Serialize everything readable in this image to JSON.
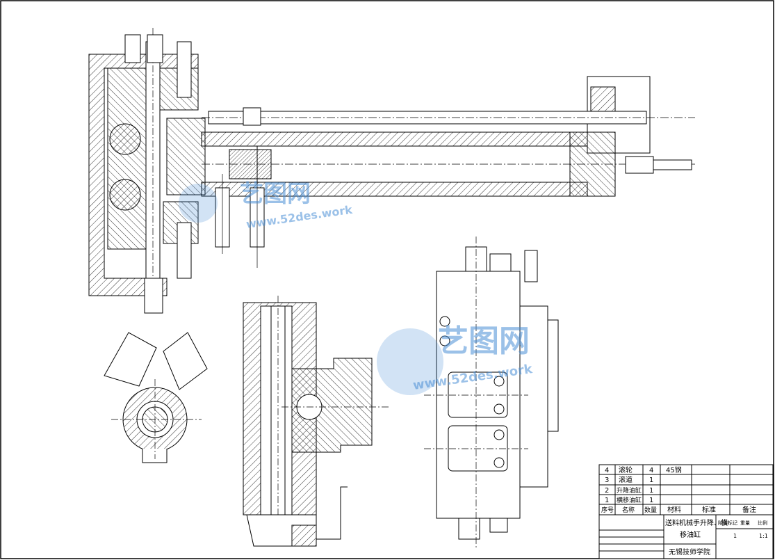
{
  "bom": {
    "rows": [
      {
        "no": "4",
        "name": "滚轮",
        "qty": "4",
        "material": "45钢",
        "standard": "",
        "remark": ""
      },
      {
        "no": "3",
        "name": "滚道",
        "qty": "1",
        "material": "",
        "standard": "",
        "remark": ""
      },
      {
        "no": "2",
        "name": "升降油缸",
        "qty": "1",
        "material": "",
        "standard": "",
        "remark": ""
      },
      {
        "no": "1",
        "name": "横移油缸",
        "qty": "1",
        "material": "",
        "standard": "",
        "remark": ""
      }
    ],
    "header": {
      "no": "序号",
      "name": "名称",
      "qty": "数量",
      "material": "材料",
      "standard": "标准",
      "remark": "备注"
    }
  },
  "title_block": {
    "title_line1": "送料机械手升降、横",
    "title_line2": "移油缸",
    "school": "无锡技师学院",
    "scale": "1:1",
    "sheet_a": "1",
    "stage_labels": [
      "阶段标记",
      "重量",
      "比例"
    ]
  },
  "watermark": {
    "brand": "艺图网",
    "url": "www.52des.work",
    "color": "#4a8fd6"
  }
}
